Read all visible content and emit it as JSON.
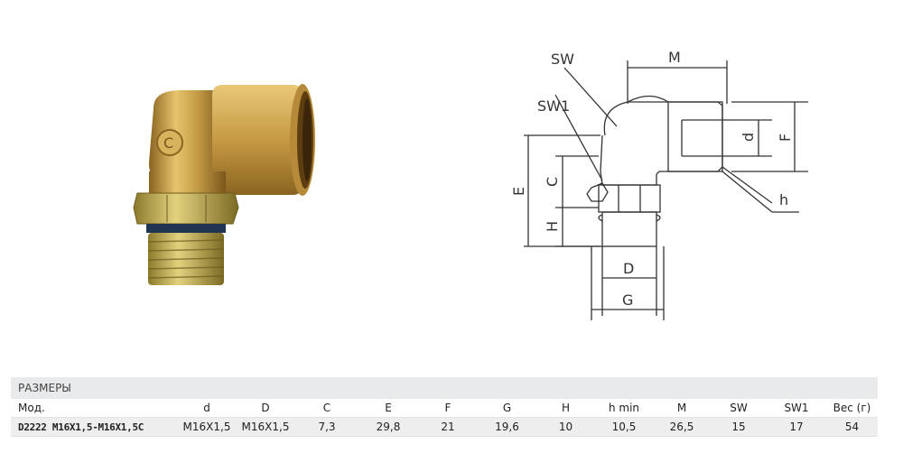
{
  "drawing_labels": {
    "sw": "SW",
    "sw1": "SW1",
    "m": "M",
    "d_small": "d",
    "f": "F",
    "e": "E",
    "c": "C",
    "h_cap": "H",
    "h_small": "h",
    "d_cap": "D",
    "g": "G"
  },
  "table": {
    "section_title": "РАЗМЕРЫ",
    "headers": [
      "Мод.",
      "d",
      "D",
      "C",
      "E",
      "F",
      "G",
      "H",
      "h min",
      "M",
      "SW",
      "SW1",
      "Вес (г)"
    ],
    "rows": [
      [
        "D2222 M16X1,5-M16X1,5C",
        "M16X1,5",
        "M16X1,5",
        "7,3",
        "29,8",
        "21",
        "19,6",
        "10",
        "10,5",
        "26,5",
        "15",
        "17",
        "54"
      ]
    ]
  },
  "colors": {
    "brass": "#c9a04a",
    "brass_dark": "#8a6420",
    "zinc": "#c8b25a",
    "seal": "#1f3550"
  }
}
